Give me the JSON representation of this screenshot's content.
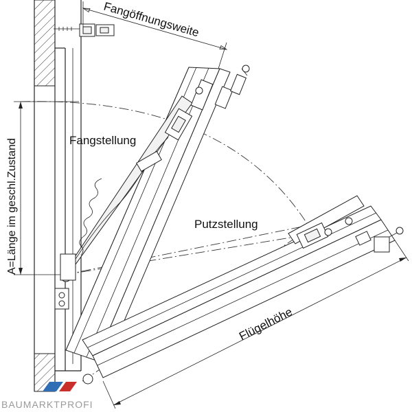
{
  "labels": {
    "catch_opening_width": "Fangöffnungsweite",
    "catch_position": "Fangstellung",
    "cleaning_position": "Putzstellung",
    "sash_height": "Flügelhöhe",
    "length_closed": "A=Länge im geschl.Zustand"
  },
  "watermark": {
    "brand": "BAUMARKTPROFI"
  },
  "colors": {
    "line": "#222222",
    "hatch": "#333333",
    "brand_gray": "#9a9a9a",
    "brand_blue": "#2f6db5",
    "brand_red": "#c9302c"
  }
}
